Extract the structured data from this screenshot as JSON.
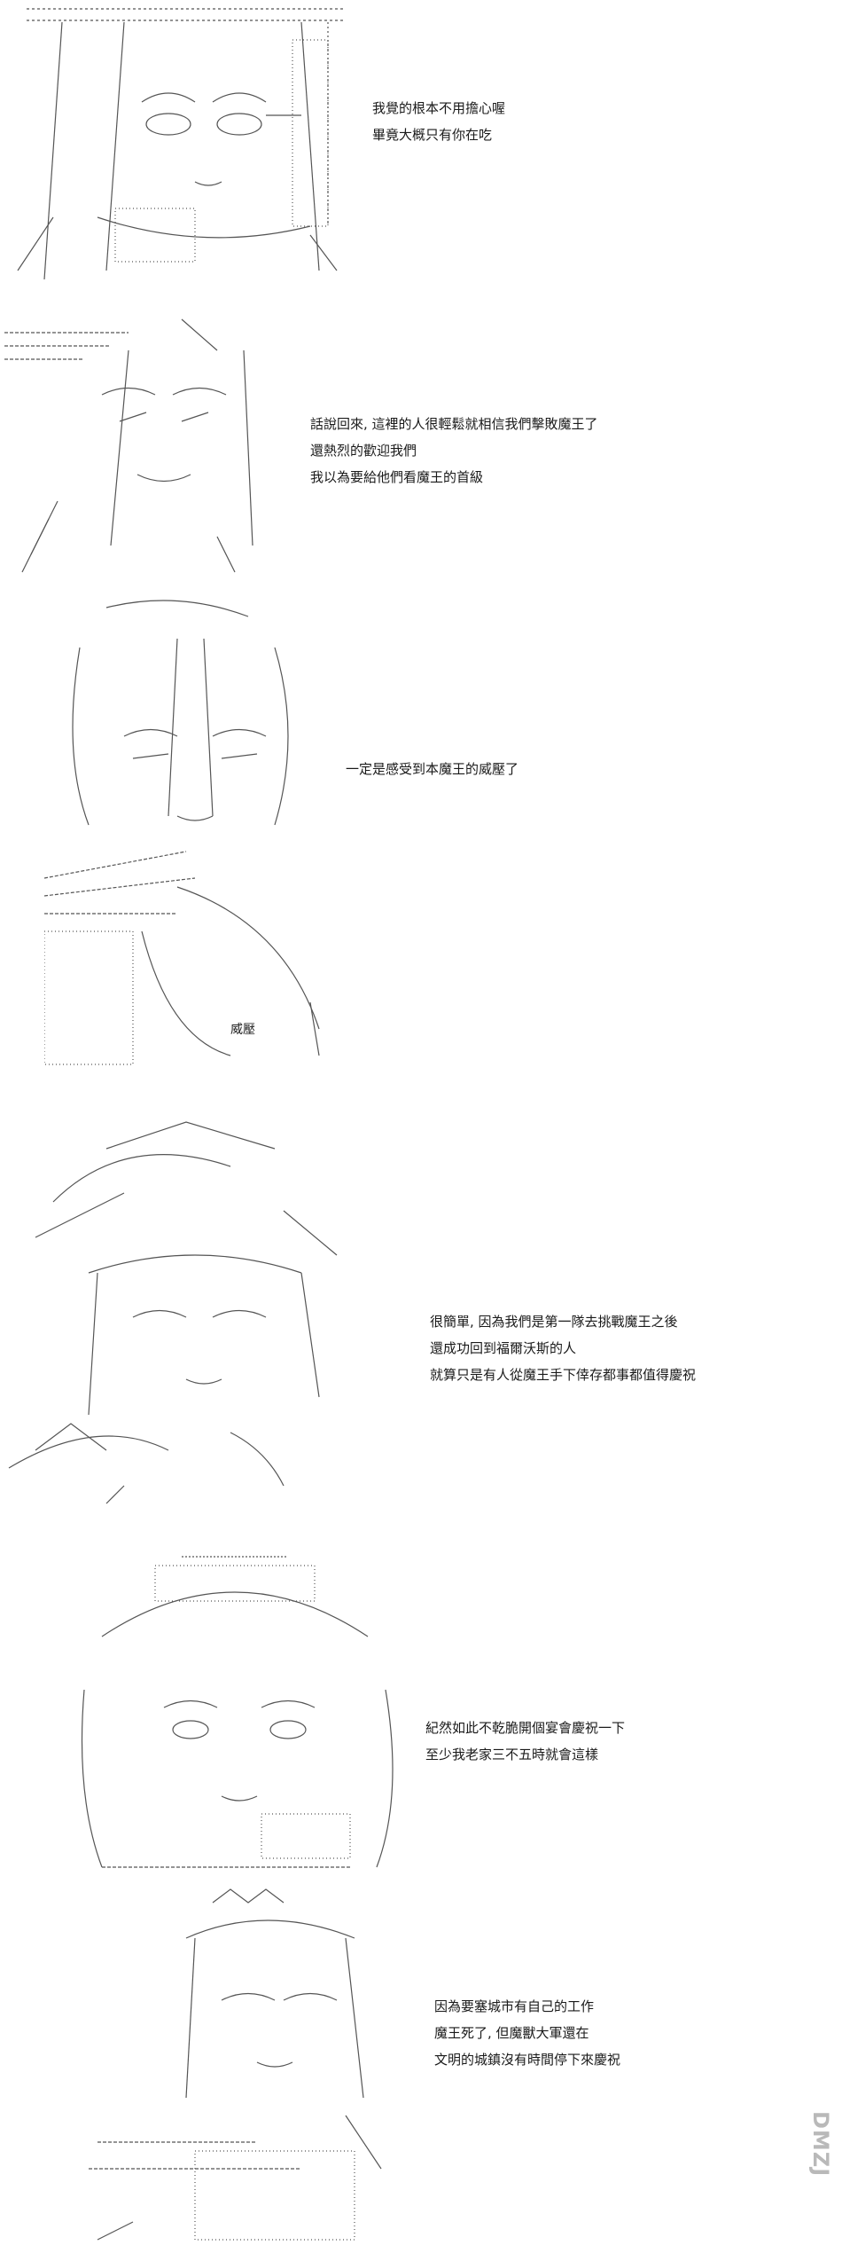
{
  "panels": [
    {
      "id": "panel-1",
      "dialogue": [
        "我覺的根本不用擔心喔",
        "畢竟大概只有你在吃"
      ]
    },
    {
      "id": "panel-2",
      "dialogue": [
        "話說回來, 這裡的人很輕鬆就相信我們擊敗魔王了",
        "還熱烈的歡迎我們",
        "我以為要給他們看魔王的首級"
      ]
    },
    {
      "id": "panel-3",
      "dialogue": [
        "一定是感受到本魔王的威壓了"
      ],
      "sfx": "威壓"
    },
    {
      "id": "panel-4",
      "dialogue": [
        "很簡單, 因為我們是第一隊去挑戰魔王之後",
        "還成功回到福爾沃斯的人",
        "就算只是有人從魔王手下倖存都事都值得慶祝"
      ]
    },
    {
      "id": "panel-5",
      "dialogue": [
        "紀然如此不乾脆開個宴會慶祝一下",
        "至少我老家三不五時就會這樣"
      ]
    },
    {
      "id": "panel-6",
      "dialogue": [
        "因為要塞城市有自己的工作",
        "魔王死了, 但魔獸大軍還在",
        "文明的城鎮沒有時間停下來慶祝"
      ]
    }
  ],
  "watermark": "DMZJ"
}
